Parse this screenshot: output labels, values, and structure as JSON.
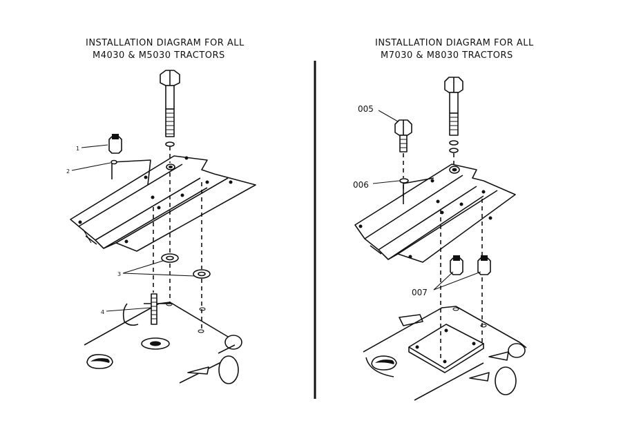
{
  "left_panel": {
    "title_line1": "INSTALLATION DIAGRAM FOR ALL",
    "title_line2": "M4030 & M5030 TRACTORS",
    "callouts": [
      "1",
      "2",
      "3",
      "4"
    ]
  },
  "right_panel": {
    "title_line1": "INSTALLATION DIAGRAM FOR ALL",
    "title_line2": "M7030 & M8030 TRACTORS",
    "callouts": [
      "005",
      "006",
      "007"
    ]
  }
}
